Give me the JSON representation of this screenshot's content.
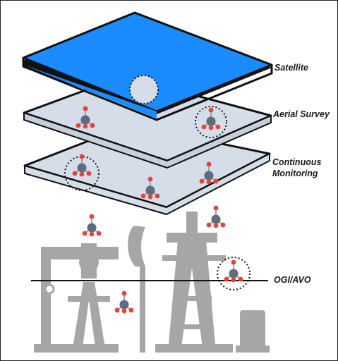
{
  "diagram": {
    "layers": [
      {
        "label": "Satellite"
      },
      {
        "label": "Aerial Survey"
      },
      {
        "label": "Continuous\nMonitoring"
      },
      {
        "label": "OGI/AVO"
      }
    ],
    "colors": {
      "satellite_fill": "#1a8cff",
      "plane_fill": "#d4dde8",
      "plane_stroke": "#111111",
      "infrastructure": "#a6a6a6",
      "molecule_center": "#5d6d7e",
      "molecule_atom": "#e8403a"
    },
    "icons": [
      "methane-molecule-icon",
      "pumpjack-icon",
      "drilling-rig-icon",
      "storage-tank-icon",
      "detection-circle-icon"
    ]
  }
}
